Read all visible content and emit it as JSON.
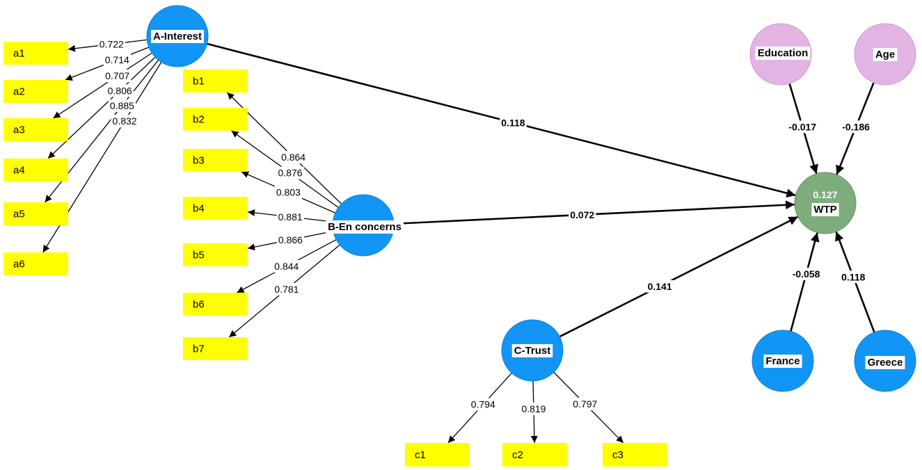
{
  "colors": {
    "construct": "#1296f5",
    "outcome": "#7fac7d",
    "control": "#e2b4e4",
    "indicator": "#ffff00"
  },
  "constructs": {
    "interest": {
      "label": "A-Interest",
      "indicators": [
        "a1",
        "a2",
        "a3",
        "a4",
        "a5",
        "a6"
      ],
      "loadings": [
        "0.722",
        "0.714",
        "0.707",
        "0.806",
        "0.885",
        "0.832"
      ]
    },
    "concerns": {
      "label": "B-En concerns",
      "indicators": [
        "b1",
        "b2",
        "b3",
        "b4",
        "b5",
        "b6",
        "b7"
      ],
      "loadings": [
        "0.864",
        "0.876",
        "0.803",
        "0.881",
        "0.866",
        "0.844",
        "0.781"
      ]
    },
    "trust": {
      "label": "C-Trust",
      "indicators": [
        "c1",
        "c2",
        "c3"
      ],
      "loadings": [
        "0.794",
        "0.819",
        "0.797"
      ]
    },
    "wtp": {
      "label": "WTP",
      "r_squared": "0.127"
    },
    "education": {
      "label": "Education"
    },
    "age": {
      "label": "Age"
    },
    "france": {
      "label": "France"
    },
    "greece": {
      "label": "Greece"
    }
  },
  "paths": {
    "interest_wtp": "0.118",
    "concerns_wtp": "0.072",
    "trust_wtp": "0.141",
    "education_wtp": "-0.017",
    "age_wtp": "-0.186",
    "france_wtp": "-0.058",
    "greece_wtp": "0.118"
  }
}
